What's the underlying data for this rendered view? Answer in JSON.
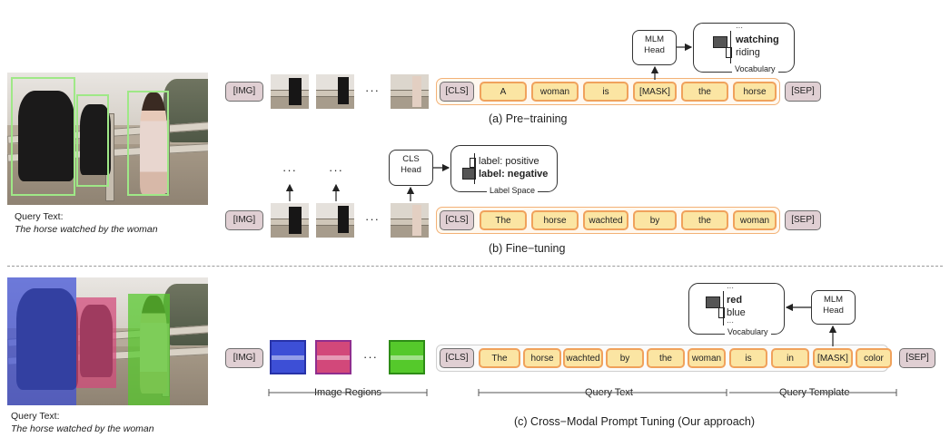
{
  "query": {
    "label": "Query Text:",
    "text": "The horse watched by the woman"
  },
  "tokens": {
    "img": "[IMG]",
    "cls": "[CLS]",
    "sep": "[SEP]",
    "ellipsis": "···"
  },
  "pretraining": {
    "text_tokens": [
      "A",
      "woman",
      "is",
      "[MASK]",
      "the",
      "horse"
    ],
    "head": "MLM Head",
    "vocab": {
      "dots": "···",
      "top": "watching",
      "second": "riding",
      "title": "Vocabulary"
    },
    "caption": "(a) Pre−training"
  },
  "finetuning": {
    "text_tokens": [
      "The",
      "horse",
      "wachted",
      "by",
      "the",
      "woman"
    ],
    "head": "CLS Head",
    "labels": {
      "first": "label: positive",
      "second": "label: negative",
      "title": "Label Space"
    },
    "caption": "(b) Fine−tuning",
    "dots": "···"
  },
  "cpt": {
    "text_tokens": [
      "The",
      "horse",
      "wachted",
      "by",
      "the",
      "woman"
    ],
    "template_tokens": [
      "is",
      "in",
      "[MASK]",
      "color"
    ],
    "head": "MLM Head",
    "vocab": {
      "dots_top": "···",
      "top": "red",
      "second": "blue",
      "dots_bottom": "···",
      "title": "Vocabulary"
    },
    "region_colors": [
      "#3d4fd6",
      "#d2487a",
      "#55c92b"
    ],
    "labels": {
      "regions": "Image Regions",
      "query_text": "Query Text",
      "template": "Query Template"
    },
    "caption": "(c) Cross−Modal Prompt Tuning (Our approach)"
  }
}
